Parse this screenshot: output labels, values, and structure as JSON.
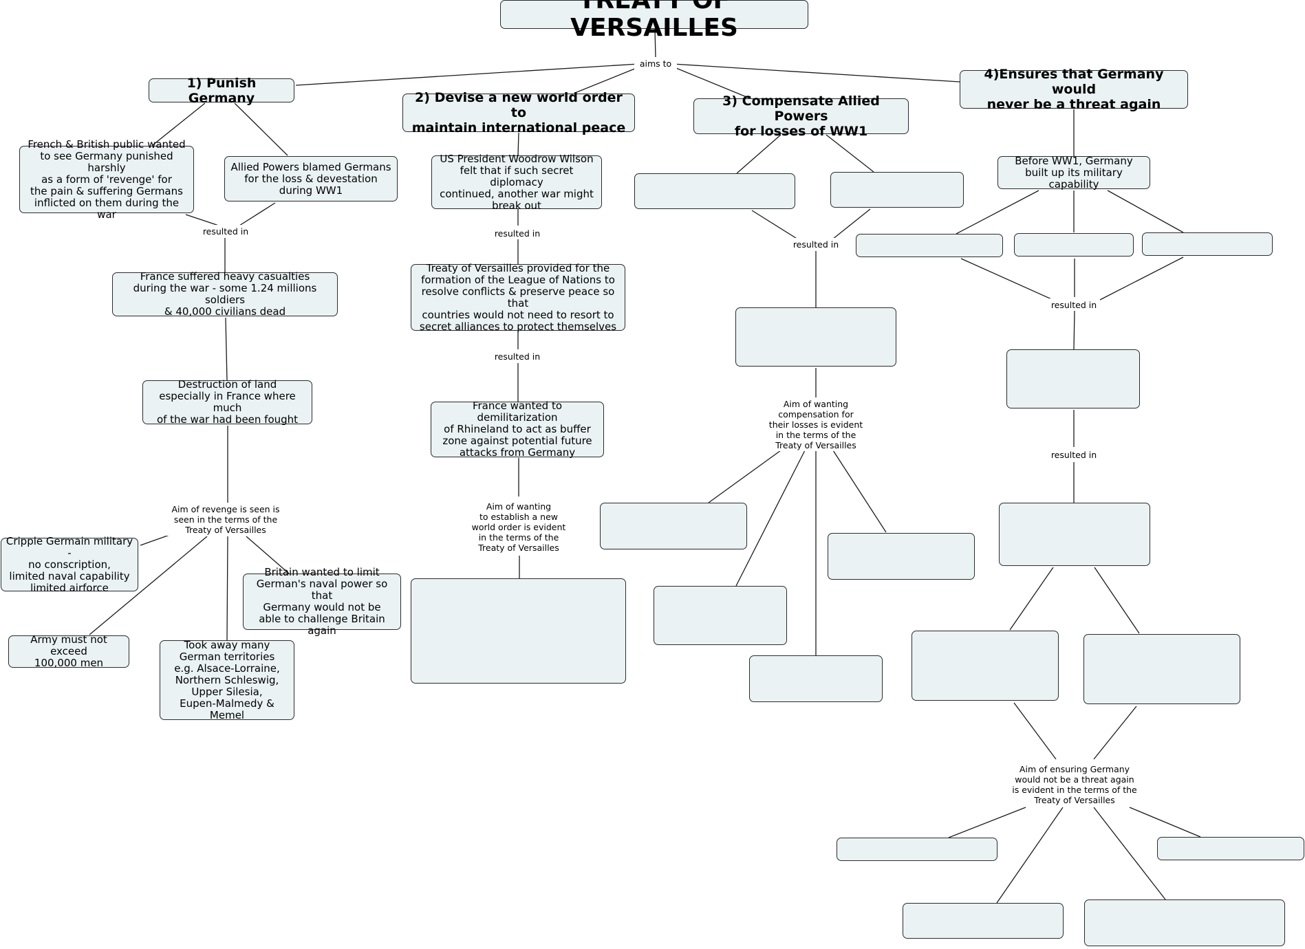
{
  "title": "TREATY OF VERSAILLES",
  "link_labels": {
    "aims_to": "aims to",
    "resulted_in": "resulted in",
    "aim_revenge": "Aim of revenge is seen is\nseen in the terms of the\nTreaty of Versailles",
    "aim_world_order": "Aim of wanting\nto establish a new\nworld order is evident\nin the terms of the\nTreaty of Versailles",
    "aim_compensation": "Aim of wanting\ncompensation for\ntheir losses is evident\nin the terms of the\nTreaty of Versailles",
    "aim_threat": "Aim of ensuring Germany\nwould not be a threat again\nis evident in the terms of the\nTreaty of Versailles"
  },
  "aims": {
    "punish": "1) Punish Germany",
    "world_order": "2) Devise a new world order to\nmaintain international peace",
    "compensate": "3) Compensate Allied Powers\nfor losses of WW1",
    "threat": "4)Ensures that Germany would\nnever be a threat again"
  },
  "punish": {
    "public": "French & British public wanted\nto see Germany punished harshly\nas a form of 'revenge' for\nthe pain & suffering Germans\ninflicted on them during the war",
    "blamed": "Allied Powers blamed Germans\nfor the loss & devestation\nduring WW1",
    "casualties": "France suffered heavy casualties\nduring the war - some 1.24 millions soldiers\n& 40,000 civilians dead",
    "destruction": "Destruction of land\nespecially in France where much\nof the war had been fought",
    "cripple": "Cripple Germain military -\nno conscription,\nlimited naval capability\nlimited airforce",
    "army": "Army must not exceed\n100,000 men",
    "territories": "Took away many\nGerman territories\ne.g. Alsace-Lorraine,\nNorthern Schleswig,\nUpper Silesia,\nEupen-Malmedy & Memel",
    "britain": "Britain wanted to limit\nGerman's naval power so that\nGermany would not be\nable to challenge Britain again"
  },
  "world_order": {
    "wilson": "US President Woodrow Wilson\nfelt that if such secret diplomacy\ncontinued, another war might\nbreak out",
    "league": "Treaty of Versailles provided for the\nformation of the League of Nations to\nresolve conflicts & preserve peace so that\ncountries would not need to resort to\nsecret alliances to protect themselves",
    "rhineland": "France wanted to demilitarization\nof Rhineland to act as buffer\nzone against potential future\nattacks from Germany",
    "blank_term": ""
  },
  "threat": {
    "military": "Before WW1, Germany\nbuilt up its military capability"
  }
}
